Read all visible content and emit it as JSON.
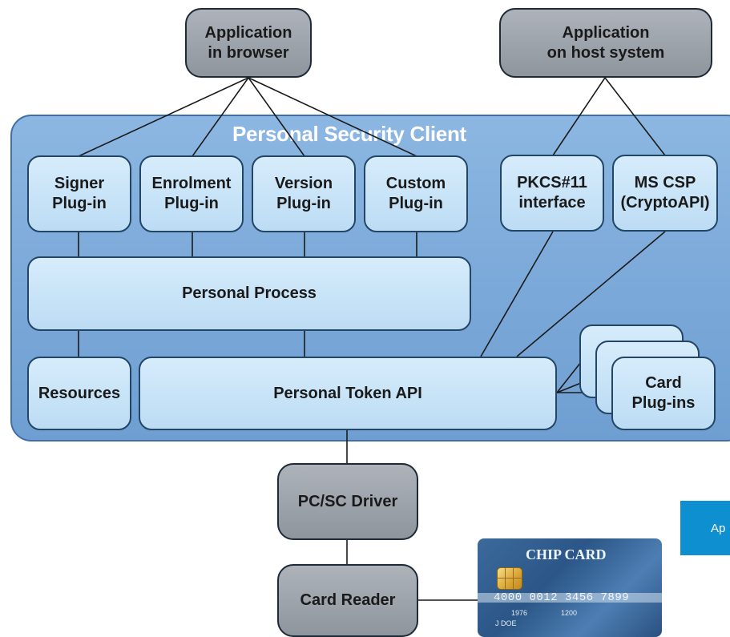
{
  "apps": {
    "browser": [
      "Application",
      "in browser"
    ],
    "host": [
      "Application",
      "on host system"
    ]
  },
  "client_title": "Personal Security Client",
  "plugins": {
    "signer": [
      "Signer",
      "Plug-in"
    ],
    "enrolment": [
      "Enrolment",
      "Plug-in"
    ],
    "version": [
      "Version",
      "Plug-in"
    ],
    "custom": [
      "Custom",
      "Plug-in"
    ],
    "pkcs11": [
      "PKCS#11",
      "interface"
    ],
    "mscsp": [
      "MS CSP",
      "(CryptoAPI)"
    ]
  },
  "process": "Personal Process",
  "resources": "Resources",
  "token_api": "Personal Token API",
  "card_plugins": [
    "Card",
    "Plug-ins"
  ],
  "pcsc_driver": "PC/SC Driver",
  "card_reader": "Card Reader",
  "side_button": "Ap",
  "card": {
    "title": "CHIP CARD",
    "number": "4000 0012 3456 7899",
    "since": "1976",
    "expires": "1200",
    "name": "J DOE"
  },
  "colors": {
    "client_bg": "#7aa8d8",
    "component_bg": "#d0e8f9",
    "external_bg": "#9aa0a8",
    "accent_button": "#0d8fd0"
  }
}
